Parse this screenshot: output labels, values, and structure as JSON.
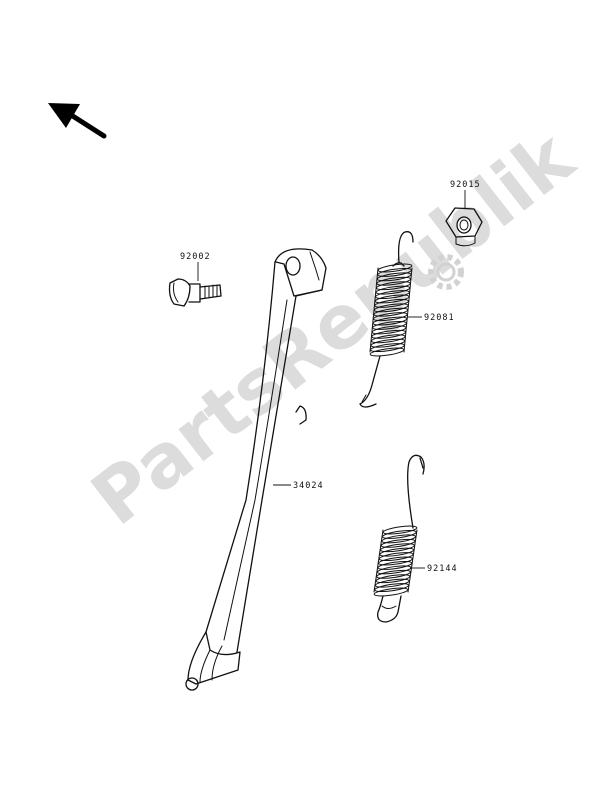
{
  "watermark": {
    "text": "PartsRepublik",
    "color": "#dcdcdc"
  },
  "orientation_arrow": {
    "icon": "front-direction-arrow-icon"
  },
  "parts": {
    "bolt": {
      "number": "92002",
      "icon": "bolt-icon"
    },
    "nut": {
      "number": "92015",
      "icon": "nut-icon"
    },
    "spring_upper": {
      "number": "92081",
      "icon": "spring-icon"
    },
    "side_stand": {
      "number": "34024",
      "icon": "side-stand-icon"
    },
    "spring_lower": {
      "number": "92144",
      "icon": "spring-icon"
    }
  }
}
